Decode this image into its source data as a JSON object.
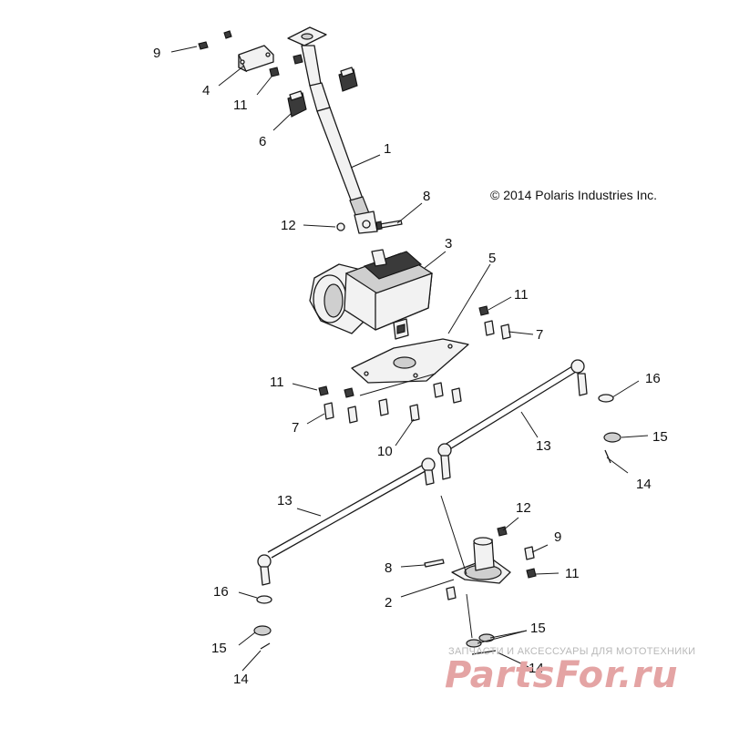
{
  "copyright": "© 2014 Polaris Industries Inc.",
  "watermark": {
    "tagline": "ЗАПЧАСТИ И АКСЕССУАРЫ ДЛЯ МОТОТЕХНИКИ",
    "logo": "PartsFor.ru"
  },
  "callouts": [
    "9",
    "4",
    "11",
    "6",
    "1",
    "8",
    "12",
    "3",
    "5",
    "11",
    "7",
    "11",
    "7",
    "10",
    "16",
    "15",
    "13",
    "14",
    "13",
    "12",
    "9",
    "8",
    "11",
    "2",
    "16",
    "15",
    "15",
    "14",
    "14"
  ]
}
